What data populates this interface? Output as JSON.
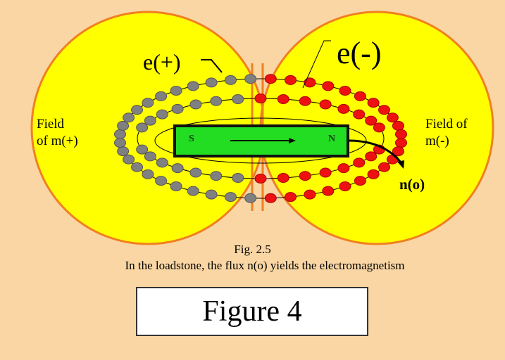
{
  "labels": {
    "e_plus": "e(+)",
    "e_minus": "e(-)",
    "field_left_1": "Field",
    "field_left_2": "of m(+)",
    "field_right_1": "Field of",
    "field_right_2": "m(-)",
    "south": "S",
    "north": "N",
    "flux": "n(o)"
  },
  "caption": {
    "fig": "Fig. 2.5",
    "text": "In the loadstone, the flux n(o) yields the electromagnetism"
  },
  "figure_label": "Figure 4",
  "colors": {
    "background": "#F9D6A4",
    "field": "#FFFF00",
    "field_border": "#F08020",
    "magnet": "#22DD22",
    "positive": "#808080",
    "negative": "#EE1111"
  }
}
